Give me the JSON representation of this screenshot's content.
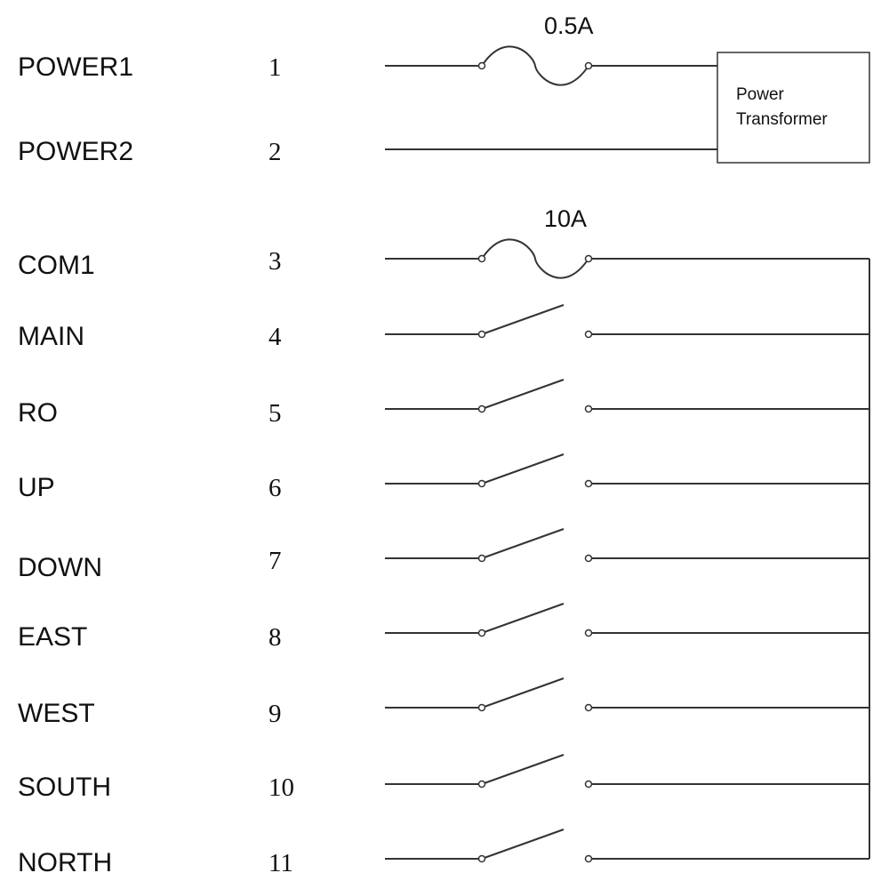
{
  "pins": [
    {
      "label": "POWER1",
      "number": "1",
      "kind": "fuse",
      "fuse_rating": "0.5A"
    },
    {
      "label": "POWER2",
      "number": "2",
      "kind": "wire"
    },
    {
      "label": "COM1",
      "number": "3",
      "kind": "fuse",
      "fuse_rating": "10A"
    },
    {
      "label": "MAIN",
      "number": "4",
      "kind": "switch"
    },
    {
      "label": "RO",
      "number": "5",
      "kind": "switch"
    },
    {
      "label": "UP",
      "number": "6",
      "kind": "switch"
    },
    {
      "label": "DOWN",
      "number": "7",
      "kind": "switch"
    },
    {
      "label": "EAST",
      "number": "8",
      "kind": "switch"
    },
    {
      "label": "WEST",
      "number": "9",
      "kind": "switch"
    },
    {
      "label": "SOUTH",
      "number": "10",
      "kind": "switch"
    },
    {
      "label": "NORTH",
      "number": "11",
      "kind": "switch"
    }
  ],
  "transformer": {
    "line1": "Power",
    "line2": "Transformer"
  },
  "colors": {
    "wire": "#333333",
    "text": "#111111",
    "background": "#ffffff"
  }
}
